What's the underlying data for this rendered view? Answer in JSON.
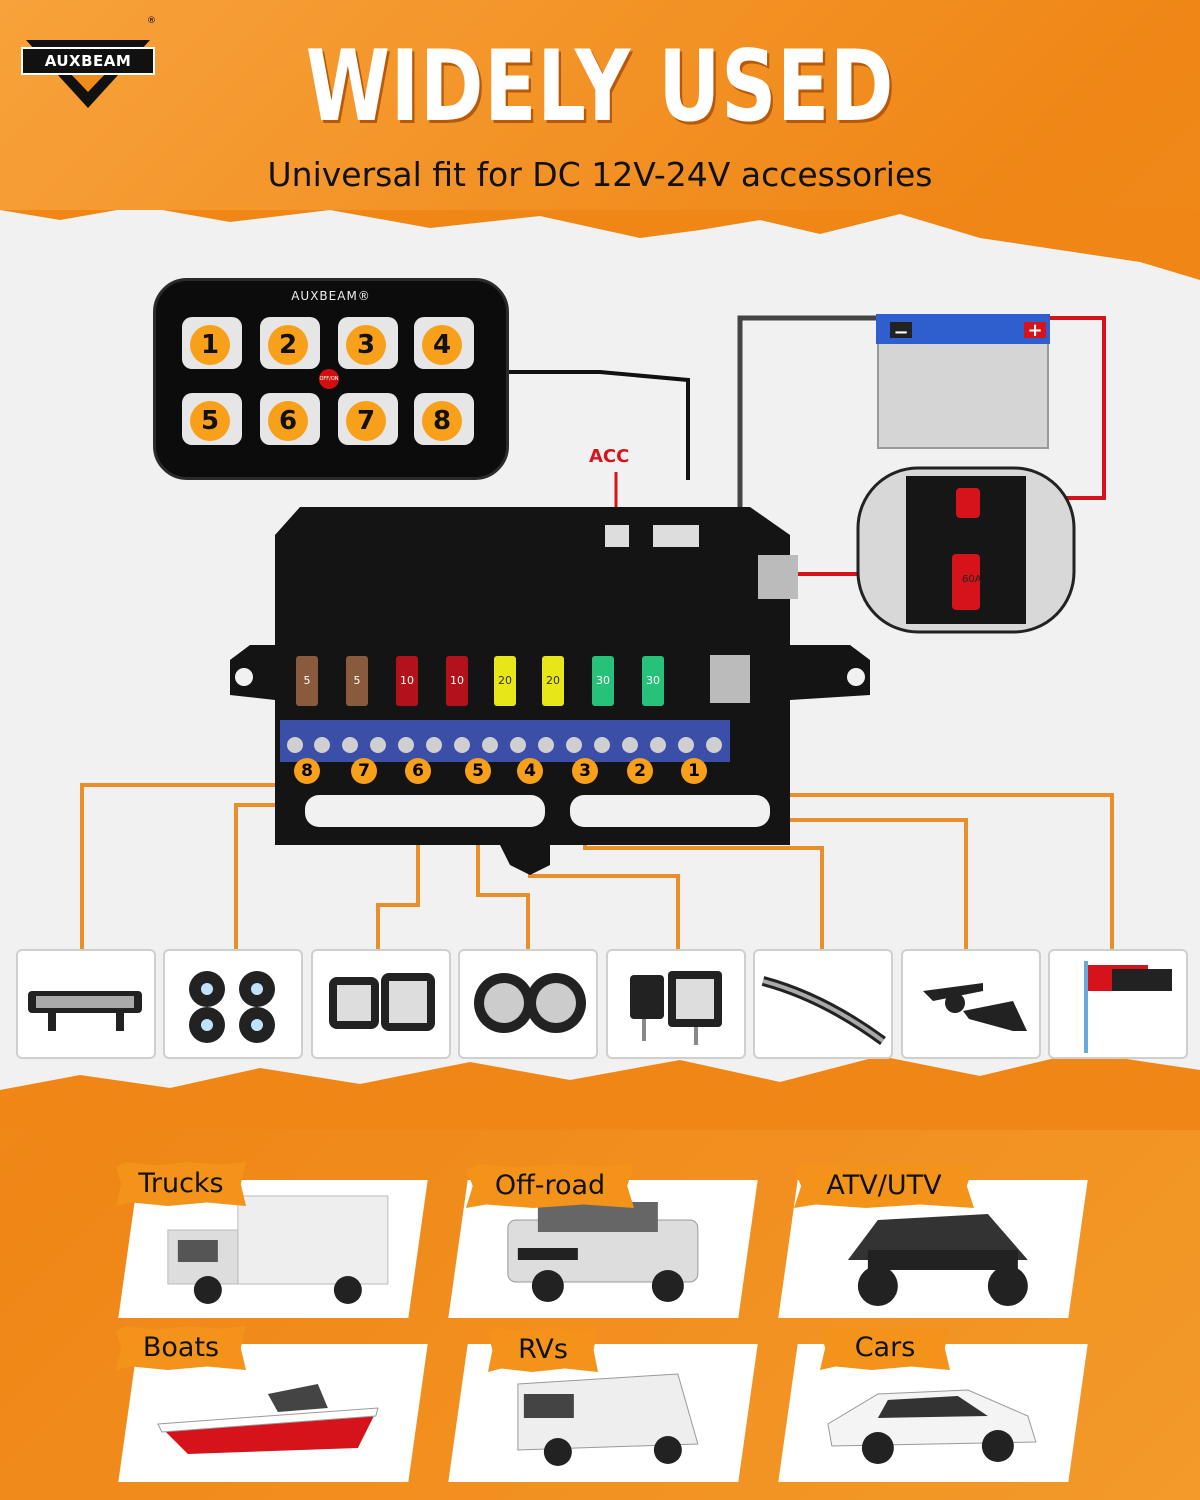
{
  "brand": {
    "logo_text": "AUXBEAM",
    "registered_mark": "®"
  },
  "header": {
    "title": "WIDELY USED",
    "subtitle": "Universal fit for DC 12V-24V accessories"
  },
  "switch_panel": {
    "brand_text": "AUXBEAM®",
    "buttons": [
      "1",
      "2",
      "3",
      "4",
      "5",
      "6",
      "7",
      "8"
    ],
    "power_button_label": "OFF/ON"
  },
  "relay_box": {
    "acc_label": "ACC",
    "fuses": [
      {
        "rating": "5",
        "color": "#8a5a3c"
      },
      {
        "rating": "5",
        "color": "#8a5a3c"
      },
      {
        "rating": "10",
        "color": "#b3121b"
      },
      {
        "rating": "10",
        "color": "#b3121b"
      },
      {
        "rating": "20",
        "color": "#e6e618"
      },
      {
        "rating": "20",
        "color": "#e6e618"
      },
      {
        "rating": "30",
        "color": "#27c27a"
      },
      {
        "rating": "30",
        "color": "#27c27a"
      }
    ],
    "terminal_numbers": [
      "8",
      "7",
      "6",
      "5",
      "4",
      "3",
      "2",
      "1"
    ],
    "breaker_rating": "60A"
  },
  "battery": {
    "negative": "−",
    "positive": "+"
  },
  "accessories": [
    {
      "name": "light-bar-short-icon"
    },
    {
      "name": "rock-lights-icon"
    },
    {
      "name": "cube-lights-icon"
    },
    {
      "name": "round-lights-icon"
    },
    {
      "name": "pod-lights-icon"
    },
    {
      "name": "curved-light-bar-icon"
    },
    {
      "name": "air-horn-icon"
    },
    {
      "name": "whip-flag-icon"
    }
  ],
  "vehicles": [
    {
      "label": "Trucks",
      "icon": "truck-icon"
    },
    {
      "label": "Off-road",
      "icon": "suv-icon"
    },
    {
      "label": "ATV/UTV",
      "icon": "utv-icon"
    },
    {
      "label": "Boats",
      "icon": "boat-icon"
    },
    {
      "label": "RVs",
      "icon": "van-icon"
    },
    {
      "label": "Cars",
      "icon": "car-icon"
    }
  ],
  "colors": {
    "accent": "#f39319",
    "wire": "#e98f2a",
    "positive_wire": "#d6121b",
    "dark": "#0c0c0c"
  }
}
